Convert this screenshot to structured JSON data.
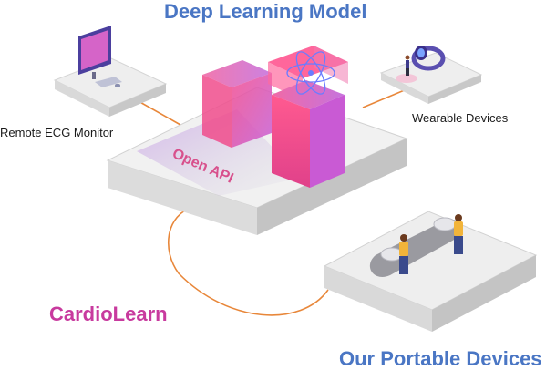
{
  "diagram": {
    "title": "Deep Learning Model",
    "center_label": "Open API",
    "remote_label": "Remote ECG Monitor",
    "wearable_label": "Wearable Devices",
    "brand_label": "CardioLearn",
    "portable_label": "Our Portable Devices"
  },
  "colors": {
    "title_blue": "#4a76c4",
    "brand_magenta": "#c83a9e",
    "connector_orange": "#e8873a",
    "cube_pink": "#e8407a",
    "cube_violet": "#c061d8"
  },
  "icons": [
    "desktop-monitor-icon",
    "smartwatch-icon",
    "atom-icon",
    "person-icon",
    "ecg-device-icon"
  ]
}
